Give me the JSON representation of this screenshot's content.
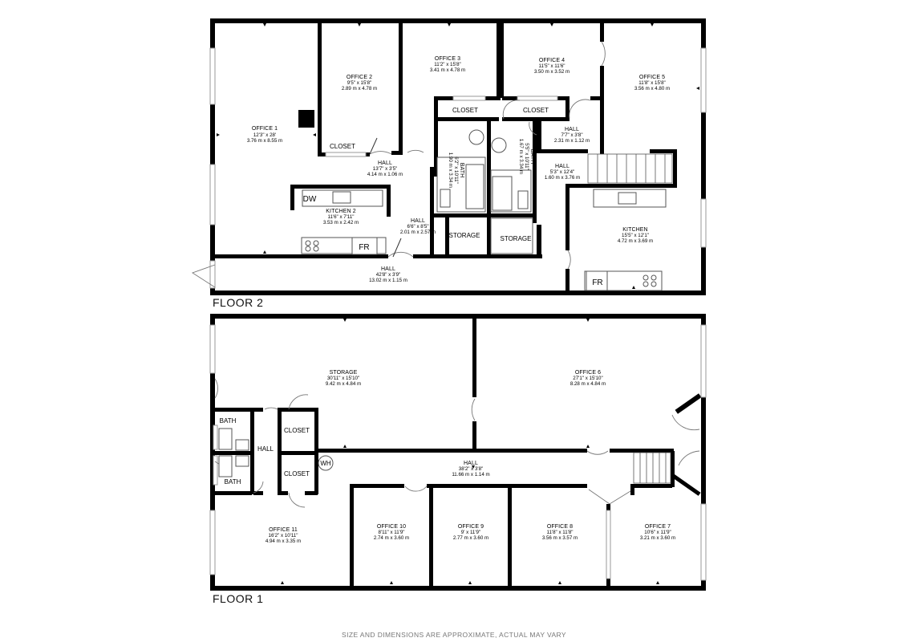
{
  "floors": {
    "floor2": {
      "label": "FLOOR 2",
      "rooms": {
        "office1": {
          "name": "OFFICE 1",
          "imperial": "12'3\" x 28'",
          "metric": "3.76 m x 8.55 m"
        },
        "office2": {
          "name": "OFFICE 2",
          "imperial": "9'5\" x 15'8\"",
          "metric": "2.89 m x 4.78 m"
        },
        "office3": {
          "name": "OFFICE 3",
          "imperial": "11'2\" x 15'8\"",
          "metric": "3.41 m x 4.78 m"
        },
        "office4": {
          "name": "OFFICE 4",
          "imperial": "11'5\" x 11'6\"",
          "metric": "3.50 m x 3.52 m"
        },
        "office5": {
          "name": "OFFICE 5",
          "imperial": "11'8\" x 15'8\"",
          "metric": "3.56 m x 4.80 m"
        },
        "hall_a": {
          "name": "HALL",
          "imperial": "13'7\" x 3'5\"",
          "metric": "4.14 m x 1.06 m"
        },
        "hall_b": {
          "name": "HALL",
          "imperial": "6'6\" x 8'5\"",
          "metric": "2.01 m x 2.57 m"
        },
        "hall_c": {
          "name": "HALL",
          "imperial": "7'7\" x 3'8\"",
          "metric": "2.31 m x 1.12 m"
        },
        "hall_d": {
          "name": "HALL",
          "imperial": "5'3\" x 12'4\"",
          "metric": "1.60 m x 3.76 m"
        },
        "hall_main": {
          "name": "HALL",
          "imperial": "42'8\" x 3'9\"",
          "metric": "13.02 m x 1.15 m"
        },
        "kitchen2": {
          "name": "KITCHEN 2",
          "imperial": "11'6\" x 7'11\"",
          "metric": "3.53 m x 2.42 m"
        },
        "kitchen": {
          "name": "KITCHEN",
          "imperial": "15'5\" x 12'1\"",
          "metric": "4.72 m x 3.69 m"
        },
        "bath_a": {
          "name": "BATH",
          "imperial": "6'2\" x 10'11\"",
          "metric": "1.90 m x 3.34 m"
        },
        "bath_b": {
          "name": "BATH",
          "imperial": "5'5\" x 10'11\"",
          "metric": "1.67 m x 3.34 m"
        }
      },
      "tags": {
        "closet_o2": "CLOSET",
        "closet_o3": "CLOSET",
        "closet_o4": "CLOSET",
        "storage_a": "STORAGE",
        "storage_b": "STORAGE",
        "dw": "DW",
        "fr_k2": "FR",
        "fr_k": "FR"
      }
    },
    "floor1": {
      "label": "FLOOR 1",
      "rooms": {
        "storage": {
          "name": "STORAGE",
          "imperial": "30'11\" x 15'10\"",
          "metric": "9.42 m x 4.84 m"
        },
        "office6": {
          "name": "OFFICE 6",
          "imperial": "27'1\" x 15'10\"",
          "metric": "8.28 m x 4.84 m"
        },
        "hall_main": {
          "name": "HALL",
          "imperial": "38'2\" x 3'8\"",
          "metric": "11.66 m x 1.14 m"
        },
        "office11": {
          "name": "OFFICE 11",
          "imperial": "16'2\" x 10'11\"",
          "metric": "4.94 m x 3.35 m"
        },
        "office10": {
          "name": "OFFICE 10",
          "imperial": "8'11\" x 11'9\"",
          "metric": "2.74 m x 3.60 m"
        },
        "office9": {
          "name": "OFFICE 9",
          "imperial": "9' x 11'9\"",
          "metric": "2.77 m x 3.60 m"
        },
        "office8": {
          "name": "OFFICE 8",
          "imperial": "11'8\" x 11'8\"",
          "metric": "3.56 m x 3.57 m"
        },
        "office7": {
          "name": "OFFICE 7",
          "imperial": "10'6\" x 11'9\"",
          "metric": "3.21 m x 3.60 m"
        }
      },
      "tags": {
        "bath_top": "BATH",
        "bath_bottom": "BATH",
        "hall_small": "HALL",
        "closet_top": "CLOSET",
        "closet_bottom": "CLOSET",
        "wh": "WH"
      }
    }
  },
  "footer": "SIZE AND DIMENSIONS ARE APPROXIMATE, ACTUAL MAY VARY",
  "colors": {
    "wall": "#000000",
    "window": "#9a9a9a",
    "background": "#ffffff"
  }
}
